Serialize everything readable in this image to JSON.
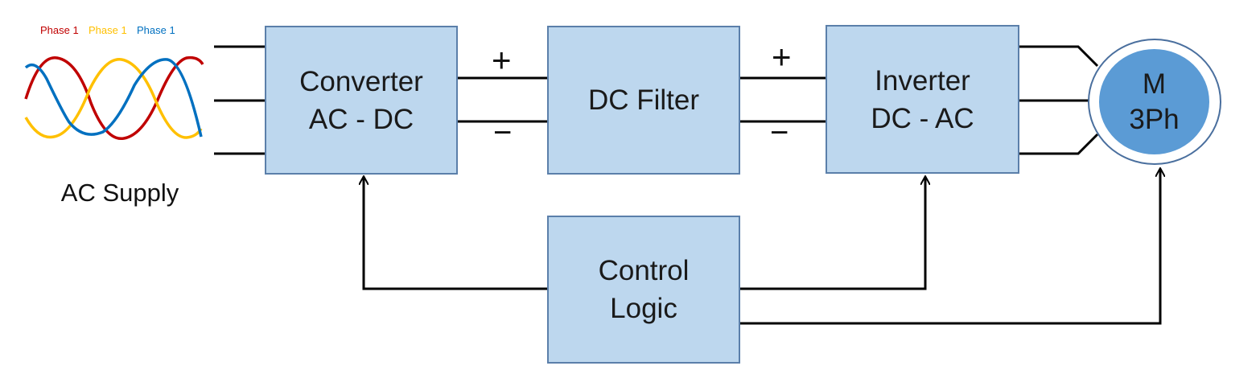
{
  "ac_supply": {
    "label": "AC Supply",
    "legend": [
      {
        "label": "Phase 1",
        "color": "#c00000"
      },
      {
        "label": "Phase 1",
        "color": "#ffc000"
      },
      {
        "label": "Phase 1",
        "color": "#0070c0"
      }
    ]
  },
  "blocks": {
    "converter": {
      "line1": "Converter",
      "line2": "AC - DC"
    },
    "dc_filter": {
      "line1": "DC Filter"
    },
    "inverter": {
      "line1": "Inverter",
      "line2": "DC - AC"
    },
    "control": {
      "line1": "Control",
      "line2": "Logic"
    }
  },
  "motor": {
    "line1": "M",
    "line2": "3Ph"
  },
  "dc_bus": {
    "plus": "+",
    "minus": "−"
  },
  "colors": {
    "block_fill": "#bdd7ee",
    "block_border": "#5b7faa",
    "motor_fill": "#5b9bd5",
    "wire": "#000000"
  }
}
